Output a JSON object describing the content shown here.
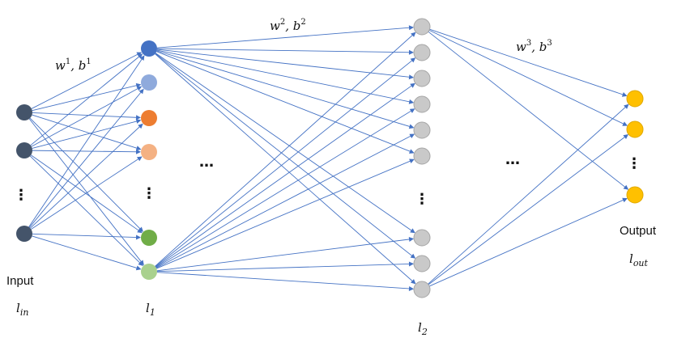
{
  "labels": {
    "input": "Input",
    "output": "Output",
    "l_in": "l",
    "l_in_sub": "in",
    "l_1": "l",
    "l_1_sub": "1",
    "l_2": "l",
    "l_2_sub": "2",
    "l_out": "l",
    "l_out_sub": "out",
    "w1": "w",
    "w1_sup": "1",
    "b1": ", b",
    "b1_sup": "1",
    "w2": "w",
    "w2_sup": "2",
    "b2": ", b",
    "b2_sup": "2",
    "w3": "w",
    "w3_sup": "3",
    "b3": ", b",
    "b3_sup": "3"
  },
  "ellipsis": {
    "vertical": "⋮",
    "horizontal": "…"
  },
  "colors": {
    "edge": "#4472c4",
    "input_node": "#44546a",
    "l1_node_1": "#4472c4",
    "l1_node_2": "#8faadc",
    "l1_node_3": "#ed7d31",
    "l1_node_4": "#f4b183",
    "l1_node_5": "#70ad47",
    "l1_node_6": "#a9d18e",
    "l2_node": "#c9c9c9",
    "output_node": "#ffc000"
  }
}
